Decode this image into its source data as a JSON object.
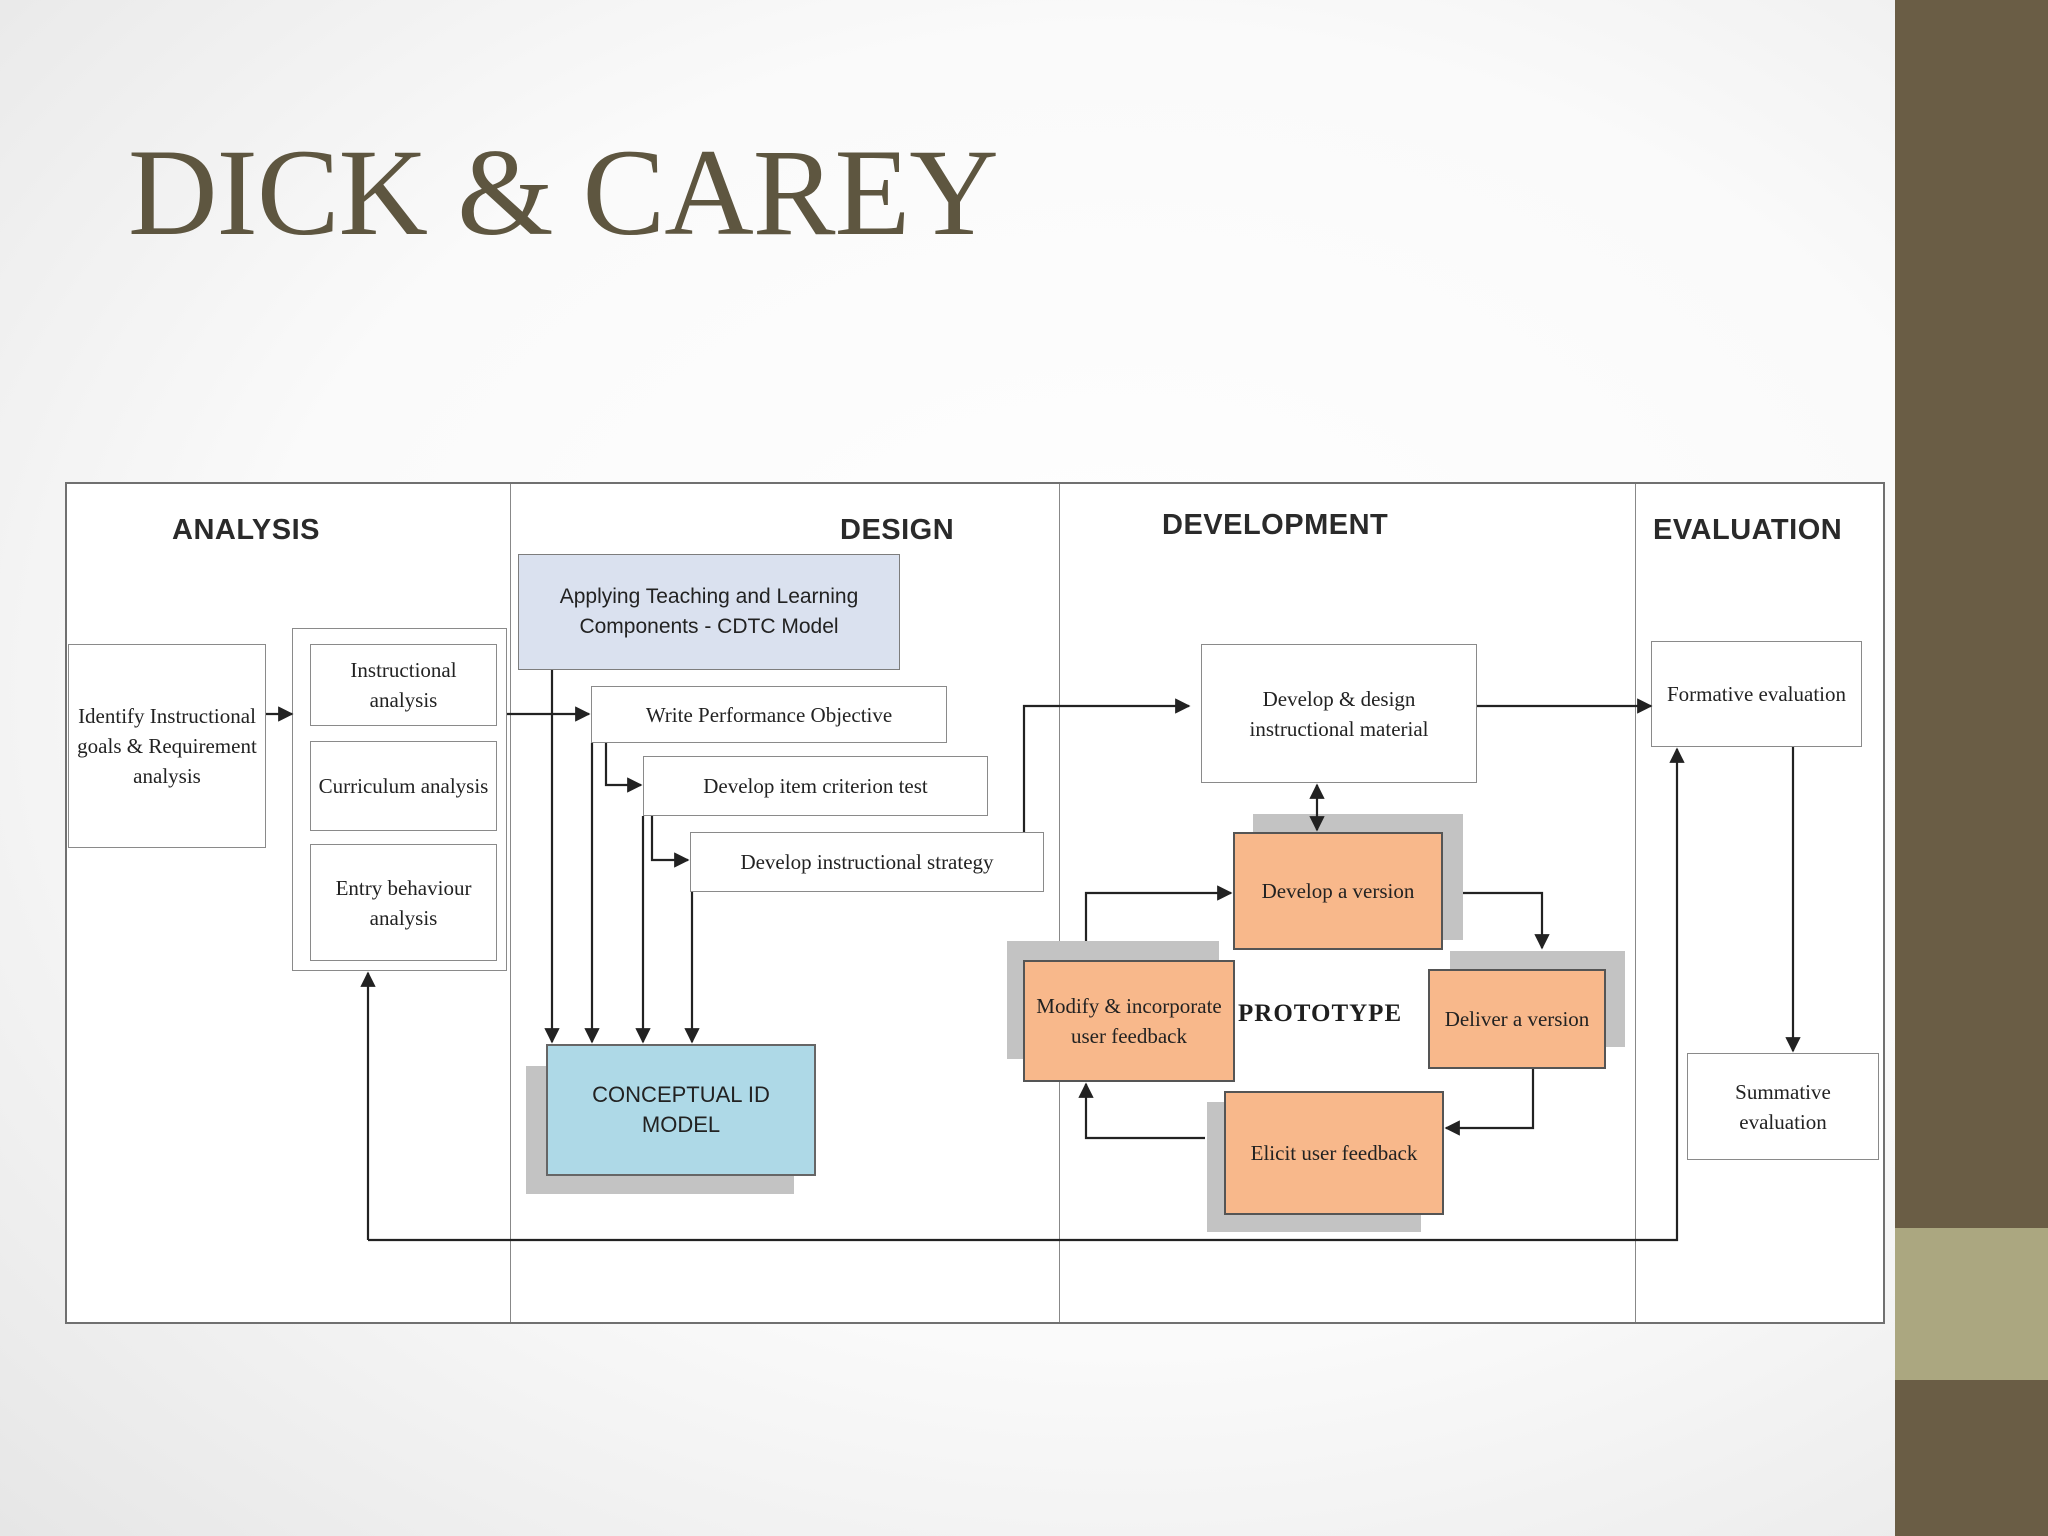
{
  "slide": {
    "title": "DICK & CAREY",
    "colors": {
      "title": "#5e5640",
      "sidebar": "#6a5d45",
      "sidebar_accent": "#aba780"
    }
  },
  "diagram": {
    "phases": {
      "analysis": "ANALYSIS",
      "design": "DESIGN",
      "development": "DEVELOPMENT",
      "evaluation": "EVALUATION"
    },
    "analysis": {
      "identify_goals": "Identify Instructional goals & Requirement analysis",
      "instructional_analysis": "Instructional analysis",
      "curriculum_analysis": "Curriculum analysis",
      "entry_behaviour_analysis": "Entry behaviour analysis"
    },
    "design": {
      "cdtc_model": "Applying Teaching and Learning Components - CDTC Model",
      "performance_objective": "Write Performance Objective",
      "criterion_test": "Develop item criterion test",
      "instructional_strategy": "Develop instructional strategy",
      "conceptual_model": "CONCEPTUAL ID MODEL"
    },
    "development": {
      "develop_material": "Develop & design instructional material",
      "develop_version": "Develop a version",
      "deliver_version": "Deliver a version",
      "elicit_feedback": "Elicit user feedback",
      "modify_feedback": "Modify & incorporate user feedback",
      "prototype_label": "PROTOTYPE"
    },
    "evaluation": {
      "formative": "Formative evaluation",
      "summative": "Summative evaluation"
    },
    "colors": {
      "prototype_boxes": "#f8b88b",
      "conceptual_model": "#aed9e7",
      "cdtc_model": "#dae1ef",
      "arrow": "#222222"
    }
  }
}
